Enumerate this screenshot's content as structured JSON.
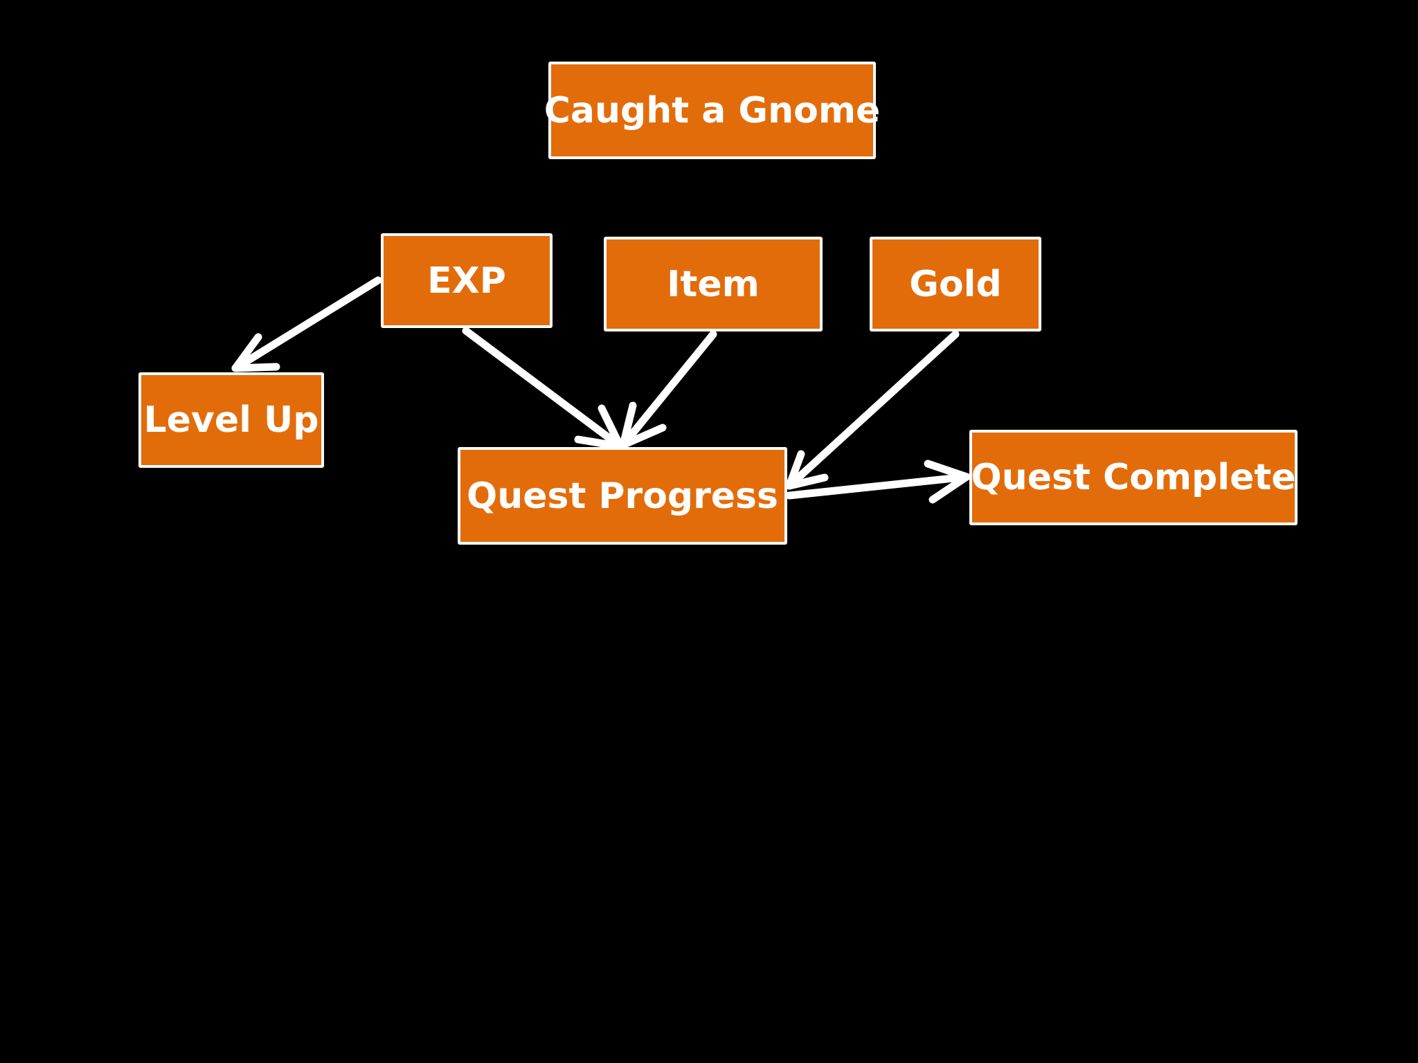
{
  "colors": {
    "background": "#000000",
    "node_fill": "#e36c0a",
    "node_border": "#ffffff",
    "arrow": "#ffffff",
    "text": "#ffffff"
  },
  "nodes": {
    "gnome": "Caught a Gnome",
    "exp": "EXP",
    "item": "Item",
    "gold": "Gold",
    "level_up": "Level Up",
    "quest_progress": "Quest Progress",
    "quest_complete": "Quest Complete"
  },
  "edges": [
    {
      "from": "EXP",
      "to": "Level Up"
    },
    {
      "from": "EXP",
      "to": "Quest Progress"
    },
    {
      "from": "Item",
      "to": "Quest Progress"
    },
    {
      "from": "Gold",
      "to": "Quest Progress"
    },
    {
      "from": "Quest Progress",
      "to": "Quest Complete"
    }
  ]
}
